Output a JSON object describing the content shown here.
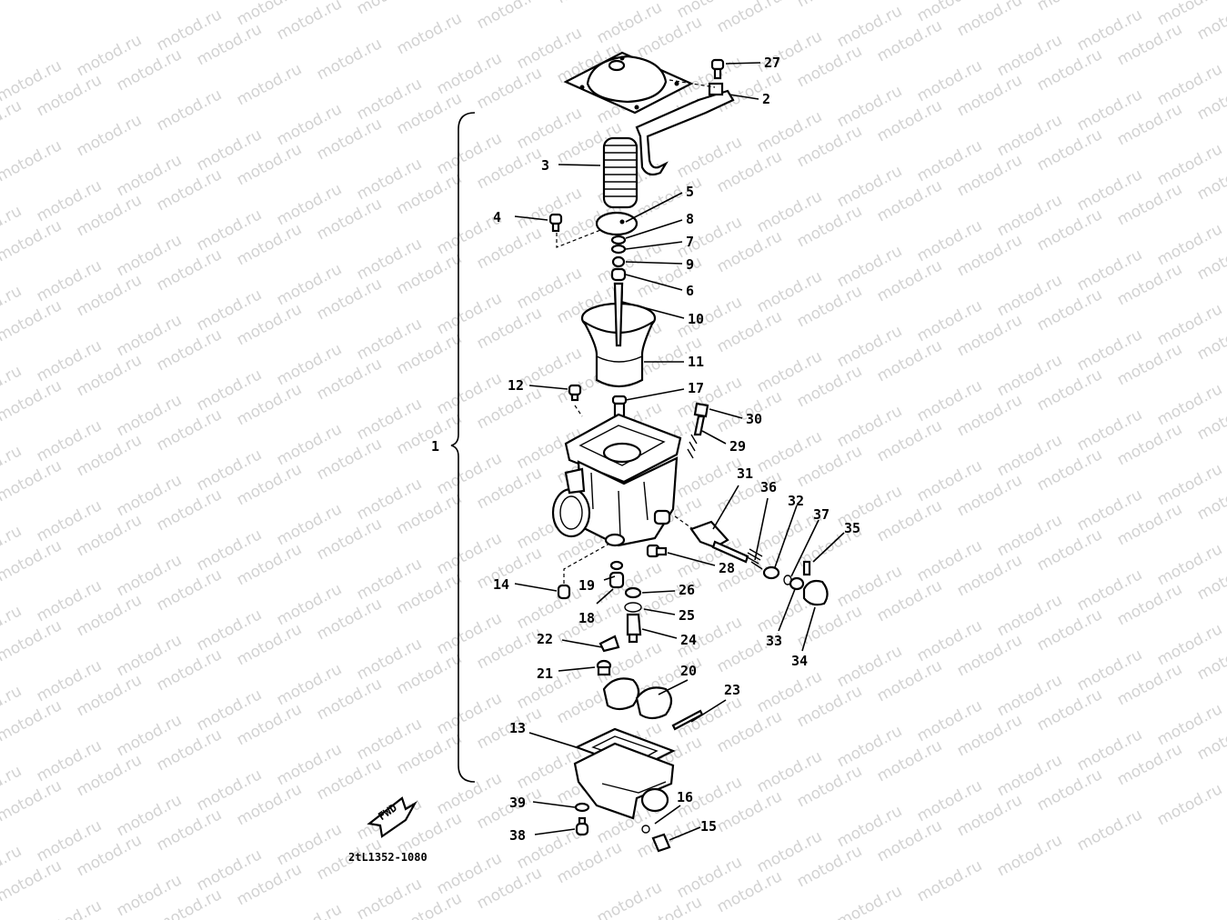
{
  "watermark": "motod.ru",
  "drawing_code": "2tL1352-1080",
  "fwd_mark": "FWD",
  "callouts": [
    {
      "id": "c27",
      "text": "27"
    },
    {
      "id": "c2",
      "text": "2"
    },
    {
      "id": "c3",
      "text": "3"
    },
    {
      "id": "c5",
      "text": "5"
    },
    {
      "id": "c4",
      "text": "4"
    },
    {
      "id": "c8",
      "text": "8"
    },
    {
      "id": "c7",
      "text": "7"
    },
    {
      "id": "c9",
      "text": "9"
    },
    {
      "id": "c6",
      "text": "6"
    },
    {
      "id": "c10",
      "text": "10"
    },
    {
      "id": "c11",
      "text": "11"
    },
    {
      "id": "c12",
      "text": "12"
    },
    {
      "id": "c17",
      "text": "17"
    },
    {
      "id": "c30",
      "text": "30"
    },
    {
      "id": "c29",
      "text": "29"
    },
    {
      "id": "c1",
      "text": "1"
    },
    {
      "id": "c31",
      "text": "31"
    },
    {
      "id": "c36",
      "text": "36"
    },
    {
      "id": "c32",
      "text": "32"
    },
    {
      "id": "c37",
      "text": "37"
    },
    {
      "id": "c35",
      "text": "35"
    },
    {
      "id": "c28",
      "text": "28"
    },
    {
      "id": "c14",
      "text": "14"
    },
    {
      "id": "c19",
      "text": "19"
    },
    {
      "id": "c26",
      "text": "26"
    },
    {
      "id": "c18",
      "text": "18"
    },
    {
      "id": "c25",
      "text": "25"
    },
    {
      "id": "c24",
      "text": "24"
    },
    {
      "id": "c33",
      "text": "33"
    },
    {
      "id": "c34",
      "text": "34"
    },
    {
      "id": "c22",
      "text": "22"
    },
    {
      "id": "c21",
      "text": "21"
    },
    {
      "id": "c20",
      "text": "20"
    },
    {
      "id": "c23",
      "text": "23"
    },
    {
      "id": "c13",
      "text": "13"
    },
    {
      "id": "c39",
      "text": "39"
    },
    {
      "id": "c16",
      "text": "16"
    },
    {
      "id": "c15",
      "text": "15"
    },
    {
      "id": "c38",
      "text": "38"
    }
  ]
}
